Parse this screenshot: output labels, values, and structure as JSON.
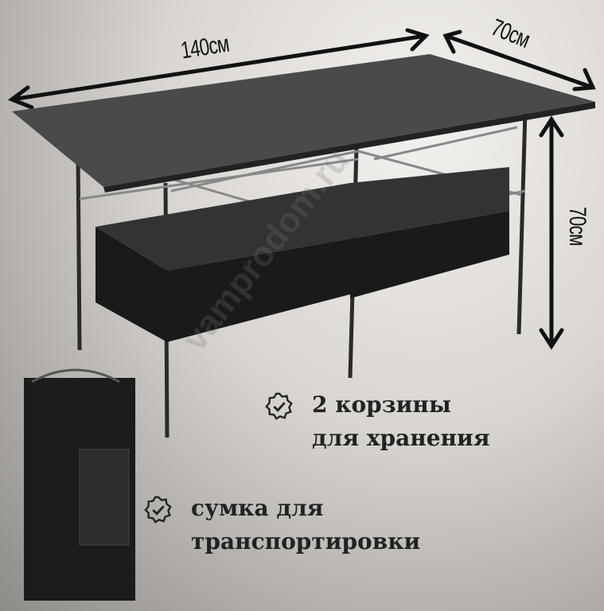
{
  "dimensions": {
    "length": "140см",
    "width": "70см",
    "height": "70см"
  },
  "features": [
    {
      "icon": "check-badge-icon",
      "line1": "2 корзины",
      "line2": "для хранения"
    },
    {
      "icon": "check-badge-icon",
      "line1": "сумка для",
      "line2": "транспортировки"
    }
  ],
  "watermark": "vamprodom.ru"
}
